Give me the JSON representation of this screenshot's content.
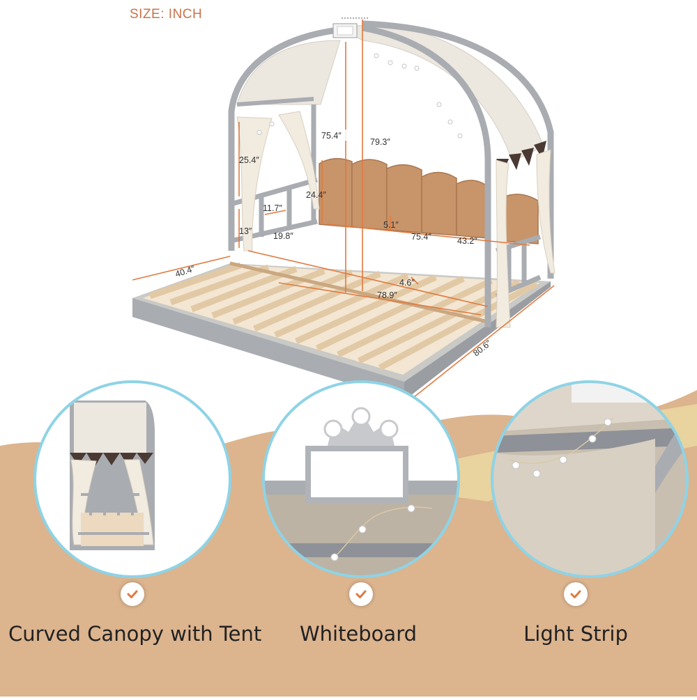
{
  "header": {
    "size_label": "SIZE: INCH"
  },
  "dimensions": {
    "inner_height": "75.4″",
    "total_height": "79.3″",
    "side_curtain_height": "25.4″",
    "headboard_height": "24.4″",
    "rail_gap": "11.7″",
    "rail_height": "13″",
    "rail_width": "19.8″",
    "slat_gap": "5.1″",
    "inner_length": "75.4″",
    "rail_length": "43.2″",
    "total_width": "40.4″",
    "slat_spacing": "4.6″",
    "inner_width": "78.9″",
    "total_length": "80.6″"
  },
  "features": [
    {
      "caption": "Curved Canopy with Tent",
      "icon": "check-icon"
    },
    {
      "caption": "Whiteboard",
      "icon": "check-icon"
    },
    {
      "caption": "Light Strip",
      "icon": "check-icon"
    }
  ],
  "colors": {
    "accent": "#e07a3f",
    "frame": "#a9acb1",
    "canopy": "#ece7df",
    "headboard": "#c8946a",
    "slats": "#ecd9bf",
    "sand": "#dcb48e",
    "circle_border": "#8ed3e6"
  }
}
